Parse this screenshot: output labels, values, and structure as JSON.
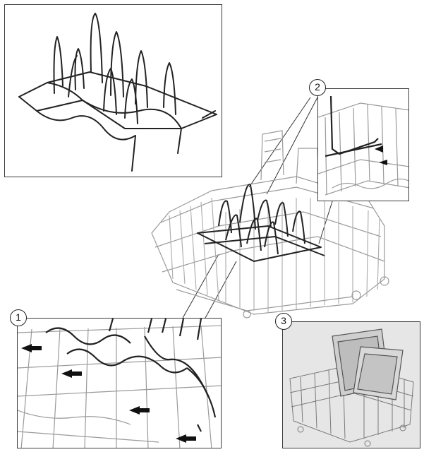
{
  "callouts": {
    "one": "1",
    "two": "2",
    "three": "3"
  },
  "colors": {
    "line": "#222222",
    "rack": "#9a9a9a",
    "photo_bg": "#e6e6e6"
  }
}
